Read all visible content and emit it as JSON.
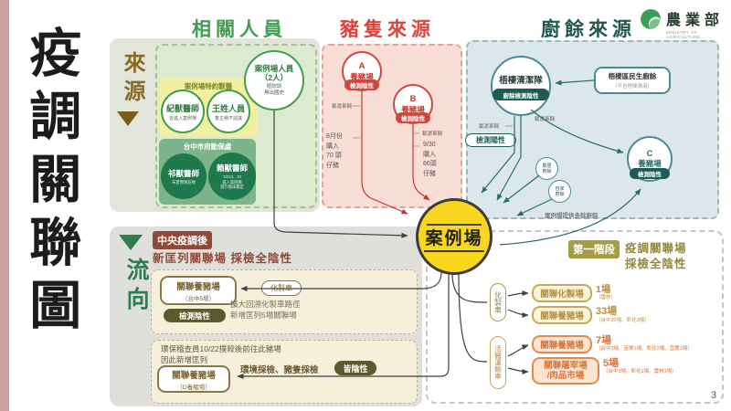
{
  "title": "疫調關聯圖",
  "page_number": "3",
  "logo": {
    "name": "農業部",
    "subtitle": "MINISTRY OF AGRICULTURE"
  },
  "headers": {
    "people": "相關人員",
    "pig": "豬隻來源",
    "waste": "廚餘來源"
  },
  "source": {
    "label": "來源",
    "people": {
      "vet_box_title": "案例場特約獸醫",
      "vet1_name": "紀獸醫師",
      "vet1_note": "曾進入案例場",
      "vet2_name": "王姓人員",
      "vet2_note": "畜主稱不認識",
      "staff_name": "案例場人員\n（2人）",
      "staff_note": "經訪談\n無出國史",
      "gov_box_title": "台中市府動保處",
      "vet3_name": "祁獸醫師",
      "vet3_note": "未曾實地訪視",
      "vet4_name": "賴獸醫師",
      "vet4_note": "10/14、20\n進入案例場\n進行臨床鑑定"
    },
    "pig": {
      "farm_a_letter": "A",
      "farm_a_type": "養豬場",
      "farm_a_badge": "檢測陰性",
      "farm_b_letter": "B",
      "farm_b_type": "養豬場",
      "farm_b_badge": "檢測陰性",
      "vehicle_a": "載運車輛",
      "vehicle_b": "載運車輛",
      "note_a": "8月份\n購入\n70 頭\n仔豬",
      "note_b": "9/30\n購入\n66頭\n仔豬"
    },
    "waste": {
      "cleaner_name": "梧棲清潔隊",
      "cleaner_badge": "廚餘檢測陰性",
      "municipal_line1": "梧棲區民生廚餘",
      "municipal_line2": "（不含梧棲漁港）",
      "vehicle_left": "載運車輛",
      "positive_badge": "檢測陽性",
      "vehicle_right": "載運車輛",
      "farm_c_letter": "C",
      "farm_c_type": "養豬場",
      "farm_c_badge": "檢測陰性",
      "neighbor_waste": "鄰居\n廚餘",
      "own_waste": "自家\n廚餘",
      "feedback_label": "案例場提供多餘廚餘"
    }
  },
  "case_farm": "案例場",
  "flow": {
    "label": "流向",
    "header_badge": "中央疫調後",
    "header_text": "新匡列關聯場 採檢全陰性",
    "box1": {
      "node": "關聯養豬場",
      "node_sub": "（台中5場）",
      "badge": "檢測陰性",
      "oval": "化製車",
      "note": "擴大回溯化製車路徑\n新增匡列5場關聯場"
    },
    "box2": {
      "note": "環保稽查員10/22撲殺後前往此豬場\n因此新增匡列",
      "node": "關聯養豬場",
      "node_sub": "（D養豬場）",
      "line_text": "環境採檢、豬隻採檢",
      "badge": "皆陰性"
    }
  },
  "stage1": {
    "badge": "第一階段",
    "title": "疫調關聯場\n採檢全陰性",
    "oval1": "化製車",
    "oval2": "活豬運輸車",
    "items": [
      {
        "label": "關聯化製場",
        "count": "1場",
        "note": "（雲林）"
      },
      {
        "label": "關聯養豬場",
        "count": "33場",
        "note": "（台中30場、彰化3場）"
      },
      {
        "label": "關聯養豬場",
        "count": "7場",
        "note": "（台中3場、苗栗1場、彰化2場、宜蘭1場）"
      },
      {
        "label": "關聯屠宰場\n/肉品市場",
        "count": "5場",
        "note": "（台中3場、彰化1場、雲林1場）"
      }
    ]
  },
  "colors": {
    "accent_green": "#3f9e4f",
    "accent_red": "#d0463e",
    "accent_teal": "#1f5b55",
    "case_yellow": "#f8d71e",
    "maroon": "#8e4938",
    "olive": "#575c2d",
    "stage_gold": "#b8923f",
    "stage_orange": "#d9763a",
    "left_bar": "#c9a29c"
  }
}
